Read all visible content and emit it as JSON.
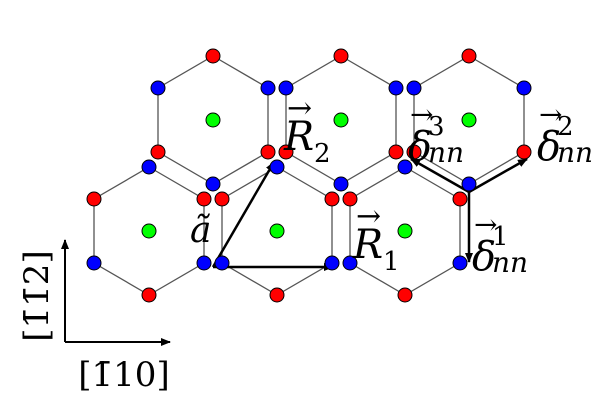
{
  "colors": {
    "red": "#ff0000",
    "blue": "#0000ff",
    "green": "#00ff00",
    "bond": "#555555",
    "arrow": "#000000"
  },
  "labels": {
    "a": "ã",
    "R1": {
      "base": "R",
      "sub": "1"
    },
    "R2": {
      "base": "R",
      "sub": "2"
    },
    "d1": {
      "base": "δ",
      "sub": "nn",
      "sup": "1"
    },
    "d2": {
      "base": "δ",
      "sub": "nn",
      "sup": "2"
    },
    "d3": {
      "base": "δ",
      "sub": "nn",
      "sup": "3"
    },
    "axis_x": "[1̄10]",
    "axis_y": "[1̄1̄2]"
  }
}
